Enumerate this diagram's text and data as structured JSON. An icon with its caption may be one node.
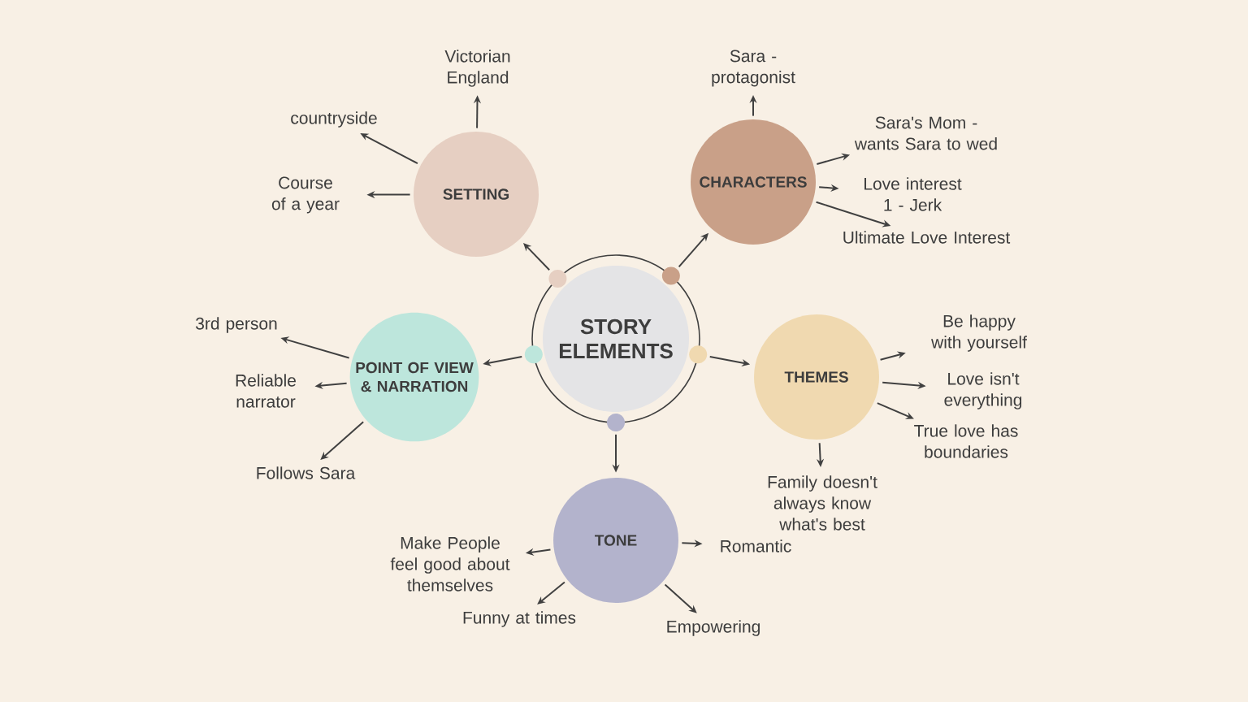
{
  "diagram": {
    "nodes": [
      {
        "text": [
          "STORY ELEMENTS"
        ]
      },
      {
        "text": [
          "SETTING"
        ]
      },
      {
        "text": [
          "Victorian England"
        ]
      },
      {
        "text": [
          "countryside"
        ]
      },
      {
        "text": [
          "Course of a year"
        ]
      },
      {
        "text": [
          "CHARACTERS"
        ]
      },
      {
        "text": [
          "Sara - protagonist"
        ]
      },
      {
        "text": [
          "Sara's Mom - wants Sara to wed"
        ]
      },
      {
        "text": [
          "Love interest 1 - Jerk"
        ]
      },
      {
        "text": [
          "Ultimate Love Interest"
        ]
      },
      {
        "text": [
          "POINT OF VIEW & NARRATION"
        ]
      },
      {
        "text": [
          "3rd person"
        ]
      },
      {
        "text": [
          "Reliable narrator"
        ]
      },
      {
        "text": [
          "Follows Sara"
        ]
      },
      {
        "text": [
          "THEMES"
        ]
      },
      {
        "text": [
          "Be happy with yourself"
        ]
      },
      {
        "text": [
          "Love isn't everything"
        ]
      },
      {
        "text": [
          "True love has boundaries"
        ]
      },
      {
        "text": [
          "Family doesn't always know what's best"
        ]
      },
      {
        "text": [
          "TONE"
        ]
      },
      {
        "text": [
          "Make People feel good about themselves"
        ]
      },
      {
        "text": [
          "Romantic"
        ]
      },
      {
        "text": [
          "Funny at times"
        ]
      },
      {
        "text": [
          "Empowering"
        ]
      }
    ],
    "edges": [
      {
        "from": 0,
        "to": 1,
        "arrow": "to"
      },
      {
        "from": 0,
        "to": 5,
        "arrow": "to"
      },
      {
        "from": 0,
        "to": 10,
        "arrow": "to"
      },
      {
        "from": 0,
        "to": 14,
        "arrow": "to"
      },
      {
        "from": 0,
        "to": 19,
        "arrow": "to"
      },
      {
        "from": 1,
        "to": 2,
        "arrow": "to"
      },
      {
        "from": 1,
        "to": 3,
        "arrow": "to"
      },
      {
        "from": 1,
        "to": 4,
        "arrow": "to"
      },
      {
        "from": 5,
        "to": 6,
        "arrow": "to"
      },
      {
        "from": 5,
        "to": 7,
        "arrow": "to"
      },
      {
        "from": 5,
        "to": 8,
        "arrow": "to"
      },
      {
        "from": 5,
        "to": 9,
        "arrow": "to"
      },
      {
        "from": 10,
        "to": 11,
        "arrow": "to"
      },
      {
        "from": 10,
        "to": 12,
        "arrow": "to"
      },
      {
        "from": 10,
        "to": 13,
        "arrow": "to"
      },
      {
        "from": 14,
        "to": 15,
        "arrow": "to"
      },
      {
        "from": 14,
        "to": 16,
        "arrow": "to"
      },
      {
        "from": 14,
        "to": 17,
        "arrow": "to"
      },
      {
        "from": 14,
        "to": 18,
        "arrow": "to"
      },
      {
        "from": 19,
        "to": 20,
        "arrow": "to"
      },
      {
        "from": 19,
        "to": 21,
        "arrow": "to"
      },
      {
        "from": 19,
        "to": 22,
        "arrow": "to"
      },
      {
        "from": 19,
        "to": 23,
        "arrow": "to"
      }
    ]
  }
}
